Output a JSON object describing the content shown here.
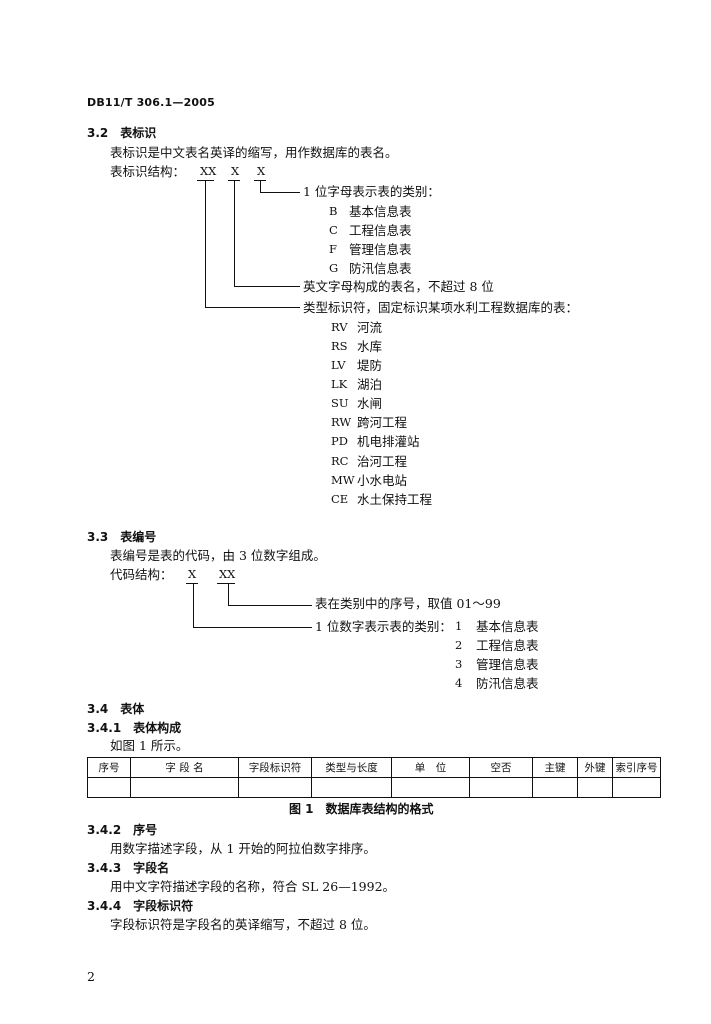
{
  "header": {
    "doc_code": "DB11/T 306.1—2005"
  },
  "s32": {
    "heading": "3.2　表标识",
    "intro": "表标识是中文表名英译的缩写，用作数据库的表名。",
    "structure_label": "表标识结构：",
    "placeholders": [
      "XX",
      "X",
      "X"
    ],
    "category_desc": "1 位字母表示表的类别：",
    "categories": [
      {
        "code": "B",
        "name": "基本信息表"
      },
      {
        "code": "C",
        "name": "工程信息表"
      },
      {
        "code": "F",
        "name": "管理信息表"
      },
      {
        "code": "G",
        "name": "防汛信息表"
      }
    ],
    "name_desc": "英文字母构成的表名，不超过 8 位",
    "type_desc": "类型标识符，固定标识某项水利工程数据库的表：",
    "types": [
      {
        "code": "RV",
        "name": "河流"
      },
      {
        "code": "RS",
        "name": "水库"
      },
      {
        "code": "LV",
        "name": "堤防"
      },
      {
        "code": "LK",
        "name": "湖泊"
      },
      {
        "code": "SU",
        "name": "水闸"
      },
      {
        "code": "RW",
        "name": "跨河工程"
      },
      {
        "code": "PD",
        "name": "机电排灌站"
      },
      {
        "code": "RC",
        "name": "治河工程"
      },
      {
        "code": "MW",
        "name": "小水电站"
      },
      {
        "code": "CE",
        "name": "水土保持工程"
      }
    ]
  },
  "s33": {
    "heading": "3.3　表编号",
    "intro": "表编号是表的代码，由 3 位数字组成。",
    "structure_label": "代码结构：",
    "placeholders": [
      "X",
      "XX"
    ],
    "seq_desc": "表在类别中的序号，取值 01～99",
    "cat_desc": "1 位数字表示表的类别：",
    "categories": [
      {
        "code": "1",
        "name": "基本信息表"
      },
      {
        "code": "2",
        "name": "工程信息表"
      },
      {
        "code": "3",
        "name": "管理信息表"
      },
      {
        "code": "4",
        "name": "防汛信息表"
      }
    ]
  },
  "s34": {
    "heading": "3.4　表体",
    "sub1_heading": "3.4.1　表体构成",
    "sub1_text": "如图 1 所示。",
    "table_headers": [
      "序号",
      "字 段 名",
      "字段标识符",
      "类型与长度",
      "单　位",
      "空否",
      "主键",
      "外键",
      "索引序号"
    ],
    "caption": "图 1　数据库表结构的格式",
    "sub2_heading": "3.4.2　序号",
    "sub2_text": "用数字描述字段，从 1 开始的阿拉伯数字排序。",
    "sub3_heading": "3.4.3　字段名",
    "sub3_text": "用中文字符描述字段的名称，符合 SL 26—1992。",
    "sub4_heading": "3.4.4　字段标识符",
    "sub4_text": "字段标识符是字段名的英译缩写，不超过 8 位。"
  },
  "footer": {
    "page_number": "2"
  }
}
